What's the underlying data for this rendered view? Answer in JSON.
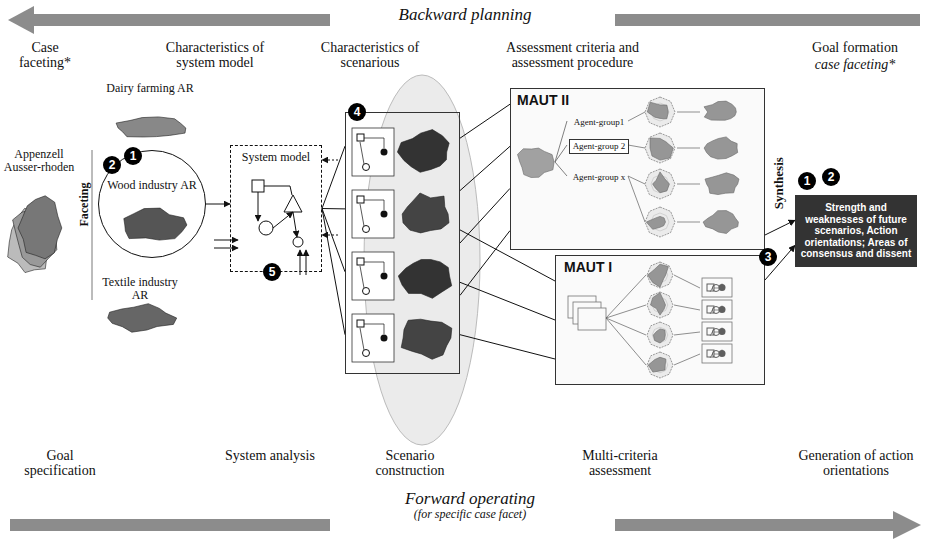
{
  "diagram": {
    "nodes": [
      {
        "text": [
          "Wood industry AR"
        ]
      },
      {
        "text": [
          "System model",
          "5"
        ]
      },
      {
        "text": [
          "4"
        ]
      },
      {
        "text": [
          "MAUT II"
        ]
      },
      {
        "text": [
          "Agent-group1"
        ],
        "in": 3
      },
      {
        "text": [
          "Agent-group 2"
        ],
        "in": 3
      },
      {
        "text": [
          "Agent-group x"
        ],
        "in": 3
      },
      {
        "text": [
          "MAUT I",
          "3"
        ]
      },
      {
        "text": [
          "Strength and weaknesses of future scenarios, Action orientations; Areas of consensus and dissent"
        ]
      }
    ],
    "edges": [
      {
        "from": 0,
        "to": 1,
        "arrow": "to"
      },
      {
        "from": 1,
        "to": 2,
        "arrow": "none"
      },
      {
        "from": 2,
        "to": 3,
        "arrow": "none"
      },
      {
        "from": 2,
        "to": 7,
        "arrow": "none"
      },
      {
        "from": 3,
        "to": 8,
        "arrow": "to"
      },
      {
        "from": 7,
        "to": 8,
        "arrow": "to"
      }
    ],
    "labels": [
      "Backward planning",
      "Case faceting*",
      "Characteristics of system model",
      "Characteristics of scenarious",
      "Assessment criteria and assessment procedure",
      "Goal formation",
      "case faceting*",
      "Appenzell Ausser-rhoden",
      "Faceting",
      "Dairy farming AR",
      "Textile industry AR",
      "2",
      "1",
      "Synthesis",
      "1",
      "2",
      "Goal specification",
      "System analysis",
      "Scenario construction",
      "Multi-criteria assessment",
      "Generation of action orientations",
      "Forward operating",
      "(for specific case facet)"
    ]
  }
}
